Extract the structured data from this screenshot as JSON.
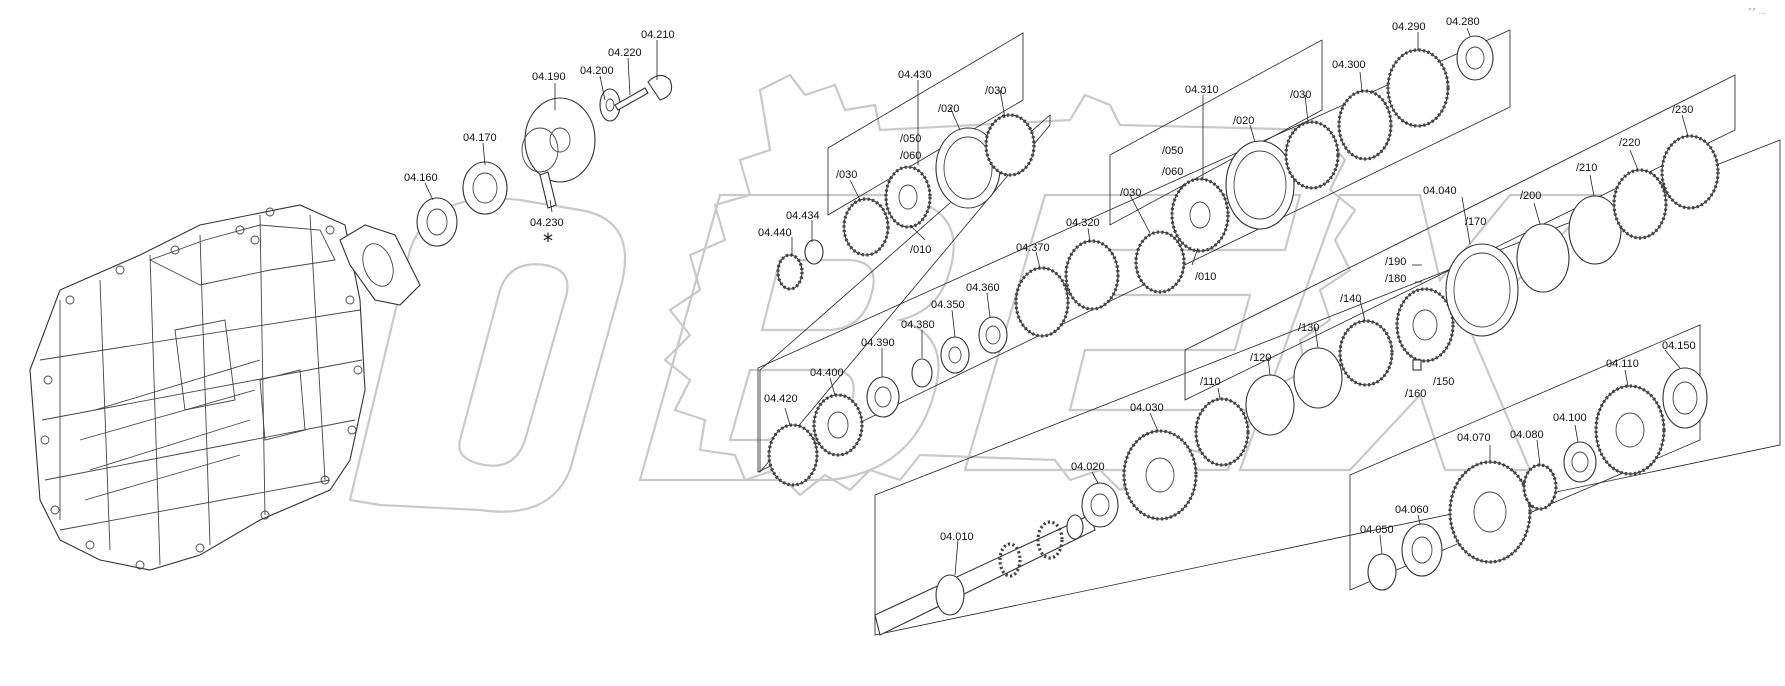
{
  "corner_mark": "°° ...",
  "asterisk": "*",
  "labels": {
    "l_04_210": "04.210",
    "l_04_220": "04.220",
    "l_04_200": "04.200",
    "l_04_190": "04.190",
    "l_04_170": "04.170",
    "l_04_160": "04.160",
    "l_04_230": "04.230",
    "l_04_430": "04.430",
    "l_g1_030_top": "/030",
    "l_g1_020": "/020",
    "l_g1_050": "/050",
    "l_g1_060": "/060",
    "l_g1_030_left": "/030",
    "l_g1_010": "/010",
    "l_04_434": "04.434",
    "l_04_440": "04.440",
    "l_04_310": "04.310",
    "l_g2_030_top": "/030",
    "l_g2_020": "/020",
    "l_g2_050": "/050",
    "l_g2_060": "/060",
    "l_g2_030_left": "/030",
    "l_g2_010": "/010",
    "l_04_320": "04.320",
    "l_04_370": "04.370",
    "l_04_360": "04.360",
    "l_04_350": "04.350",
    "l_04_380": "04.380",
    "l_04_390": "04.390",
    "l_04_400": "04.400",
    "l_04_420": "04.420",
    "l_04_300": "04.300",
    "l_04_290": "04.290",
    "l_04_280": "04.280",
    "l_04_040": "04.040",
    "l_230": "/230",
    "l_220": "/220",
    "l_210": "/210",
    "l_200": "/200",
    "l_170": "/170",
    "l_190": "/190",
    "l_180": "/180",
    "l_140": "/140",
    "l_130": "/130",
    "l_120": "/120",
    "l_110": "/110",
    "l_150": "/150",
    "l_160": "/160",
    "l_04_030": "04.030",
    "l_04_020": "04.020",
    "l_04_010": "04.010",
    "l_04_150": "04.150",
    "l_04_110": "04.110",
    "l_04_100": "04.100",
    "l_04_080": "04.080",
    "l_04_070": "04.070",
    "l_04_060": "04.060",
    "l_04_050": "04.050"
  }
}
